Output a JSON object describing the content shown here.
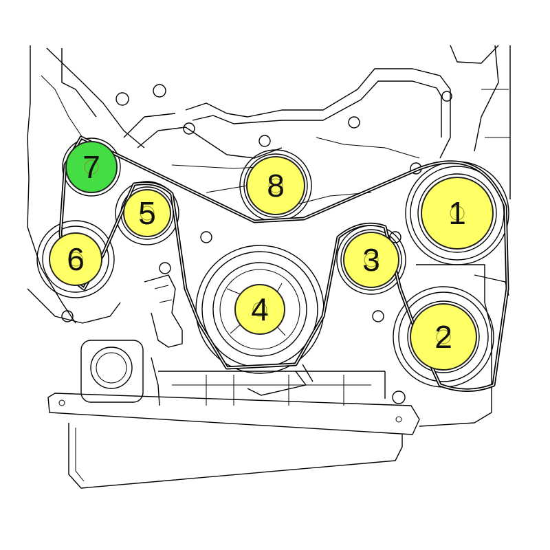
{
  "diagram": {
    "pulleys": [
      {
        "label": "1",
        "color": "#ffff66"
      },
      {
        "label": "2",
        "color": "#ffff66"
      },
      {
        "label": "3",
        "color": "#ffff66"
      },
      {
        "label": "4",
        "color": "#ffff66"
      },
      {
        "label": "5",
        "color": "#ffff66"
      },
      {
        "label": "6",
        "color": "#ffff66"
      },
      {
        "label": "7",
        "color": "#44dd44"
      },
      {
        "label": "8",
        "color": "#ffff66"
      }
    ]
  }
}
